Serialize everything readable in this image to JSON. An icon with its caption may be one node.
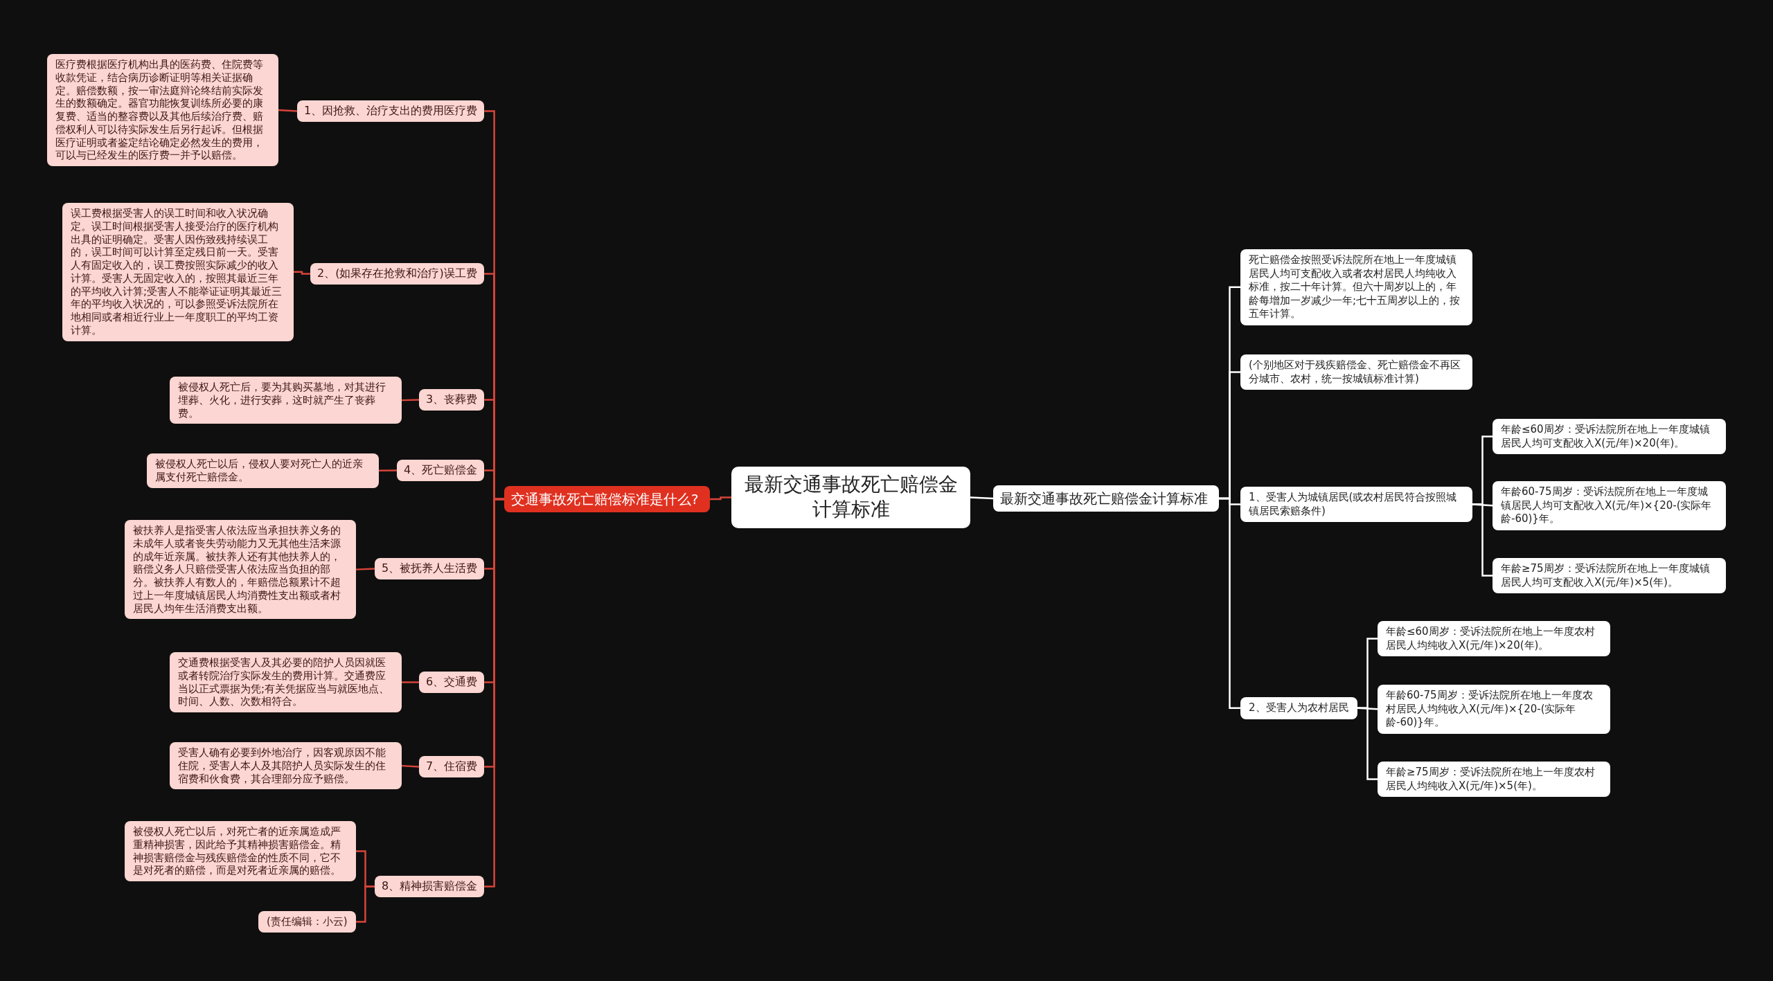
{
  "diagram": {
    "nodes": [
      {
        "text": [
          "最新交通事故死亡赔偿金计算标准"
        ]
      },
      {
        "text": [
          "交通事故死亡赔偿标准是什么?"
        ]
      },
      {
        "text": [
          "最新交通事故死亡赔偿金计算标准"
        ]
      },
      {
        "text": [
          "1、因抢救、治疗支出的费用医疗费"
        ]
      },
      {
        "text": [
          "医疗费根据医疗机构出具的医药费、住院费等收款凭证，结合病历诊断证明等相关证据确定。赔偿数额，按一审法庭辩论终结前实际发生的数额确定。器官功能恢复训练所必要的康复费、适当的整容费以及其他后续治疗费、赔偿权利人可以待实际发生后另行起诉。但根据医疗证明或者鉴定结论确定必然发生的费用，可以与已经发生的医疗费一并予以赔偿。"
        ]
      },
      {
        "text": [
          "2、(如果存在抢救和治疗)误工费"
        ]
      },
      {
        "text": [
          "误工费根据受害人的误工时间和收入状况确定。误工时间根据受害人接受治疗的医疗机构出具的证明确定。受害人因伤致残持续误工的，误工时间可以计算至定残日前一天。受害人有固定收入的，误工费按照实际减少的收入计算。受害人无固定收入的，按照其最近三年的平均收入计算;受害人不能举证证明其最近三年的平均收入状况的，可以参照受诉法院所在地相同或者相近行业上一年度职工的平均工资计算。"
        ]
      },
      {
        "text": [
          "3、丧葬费"
        ]
      },
      {
        "text": [
          "被侵权人死亡后，要为其购买墓地，对其进行埋葬、火化，进行安葬，这时就产生了丧葬费。"
        ]
      },
      {
        "text": [
          "4、死亡赔偿金"
        ]
      },
      {
        "text": [
          "被侵权人死亡以后，侵权人要对死亡人的近亲属支付死亡赔偿金。"
        ]
      },
      {
        "text": [
          "5、被抚养人生活费"
        ]
      },
      {
        "text": [
          "被扶养人是指受害人依法应当承担扶养义务的未成年人或者丧失劳动能力又无其他生活来源的成年近亲属。被扶养人还有其他扶养人的，赔偿义务人只赔偿受害人依法应当负担的部分。被扶养人有数人的，年赔偿总额累计不超过上一年度城镇居民人均消费性支出额或者村居民人均年生活消费支出额。"
        ]
      },
      {
        "text": [
          "6、交通费"
        ]
      },
      {
        "text": [
          "交通费根据受害人及其必要的陪护人员因就医或者转院治疗实际发生的费用计算。交通费应当以正式票据为凭;有关凭据应当与就医地点、时间、人数、次数相符合。"
        ]
      },
      {
        "text": [
          "7、住宿费"
        ]
      },
      {
        "text": [
          "受害人确有必要到外地治疗，因客观原因不能住院，受害人本人及其陪护人员实际发生的住宿费和伙食费，其合理部分应予赔偿。"
        ]
      },
      {
        "text": [
          "8、精神损害赔偿金"
        ]
      },
      {
        "text": [
          "被侵权人死亡以后，对死亡者的近亲属造成严重精神损害，因此给予其精神损害赔偿金。精神损害赔偿金与残疾赔偿金的性质不同，它不是对死者的赔偿，而是对死者近亲属的赔偿。"
        ]
      },
      {
        "text": [
          "(责任编辑：小云)"
        ]
      },
      {
        "text": [
          "死亡赔偿金按照受诉法院所在地上一年度城镇居民人均可支配收入或者农村居民人均纯收入标准，按二十年计算。但六十周岁以上的，年龄每增加一岁减少一年;七十五周岁以上的，按五年计算。"
        ]
      },
      {
        "text": [
          "(个别地区对于残疾赔偿金、死亡赔偿金不再区分城市、农村，统一按城镇标准计算)"
        ]
      },
      {
        "text": [
          "1、受害人为城镇居民(或农村居民符合按照城镇居民索赔条件)"
        ]
      },
      {
        "text": [
          "年龄≤60周岁：受诉法院所在地上一年度城镇居民人均可支配收入X(元/年)×20(年)。"
        ]
      },
      {
        "text": [
          "年龄60-75周岁：受诉法院所在地上一年度城镇居民人均可支配收入X(元/年)×{20-(实际年龄-60)}年。"
        ]
      },
      {
        "text": [
          "年龄≥75周岁：受诉法院所在地上一年度城镇居民人均可支配收入X(元/年)×5(年)。"
        ]
      },
      {
        "text": [
          "2、受害人为农村居民"
        ]
      },
      {
        "text": [
          "年龄≤60周岁：受诉法院所在地上一年度农村居民人均纯收入X(元/年)×20(年)。"
        ]
      },
      {
        "text": [
          "年龄60-75周岁：受诉法院所在地上一年度农村居民人均纯收入X(元/年)×{20-(实际年龄-60)}年。"
        ]
      },
      {
        "text": [
          "年龄≥75周岁：受诉法院所在地上一年度农村居民人均纯收入X(元/年)×5(年)。"
        ]
      }
    ],
    "edges": [
      {
        "from": 0,
        "to": 1,
        "arrow": "none"
      },
      {
        "from": 0,
        "to": 2,
        "arrow": "none",
        "color": "#ffffff"
      },
      {
        "from": 1,
        "to": 3,
        "arrow": "none"
      },
      {
        "from": 1,
        "to": 5,
        "arrow": "none"
      },
      {
        "from": 1,
        "to": 7,
        "arrow": "none"
      },
      {
        "from": 1,
        "to": 9,
        "arrow": "none"
      },
      {
        "from": 1,
        "to": 11,
        "arrow": "none"
      },
      {
        "from": 1,
        "to": 13,
        "arrow": "none"
      },
      {
        "from": 1,
        "to": 15,
        "arrow": "none"
      },
      {
        "from": 1,
        "to": 17,
        "arrow": "none"
      },
      {
        "from": 3,
        "to": 4,
        "arrow": "none"
      },
      {
        "from": 5,
        "to": 6,
        "arrow": "none"
      },
      {
        "from": 7,
        "to": 8,
        "arrow": "none"
      },
      {
        "from": 9,
        "to": 10,
        "arrow": "none"
      },
      {
        "from": 11,
        "to": 12,
        "arrow": "none"
      },
      {
        "from": 13,
        "to": 14,
        "arrow": "none"
      },
      {
        "from": 15,
        "to": 16,
        "arrow": "none"
      },
      {
        "from": 17,
        "to": 18,
        "arrow": "none"
      },
      {
        "from": 17,
        "to": 19,
        "arrow": "none"
      },
      {
        "from": 2,
        "to": 20,
        "arrow": "none",
        "color": "#ffffff"
      },
      {
        "from": 2,
        "to": 21,
        "arrow": "none",
        "color": "#ffffff"
      },
      {
        "from": 2,
        "to": 22,
        "arrow": "none",
        "color": "#ffffff"
      },
      {
        "from": 2,
        "to": 26,
        "arrow": "none",
        "color": "#ffffff"
      },
      {
        "from": 22,
        "to": 23,
        "arrow": "none",
        "color": "#ffffff"
      },
      {
        "from": 22,
        "to": 24,
        "arrow": "none",
        "color": "#ffffff"
      },
      {
        "from": 22,
        "to": 25,
        "arrow": "none",
        "color": "#ffffff"
      },
      {
        "from": 26,
        "to": 27,
        "arrow": "none",
        "color": "#ffffff"
      },
      {
        "from": 26,
        "to": 28,
        "arrow": "none",
        "color": "#ffffff"
      },
      {
        "from": 26,
        "to": 29,
        "arrow": "none",
        "color": "#ffffff"
      }
    ]
  }
}
